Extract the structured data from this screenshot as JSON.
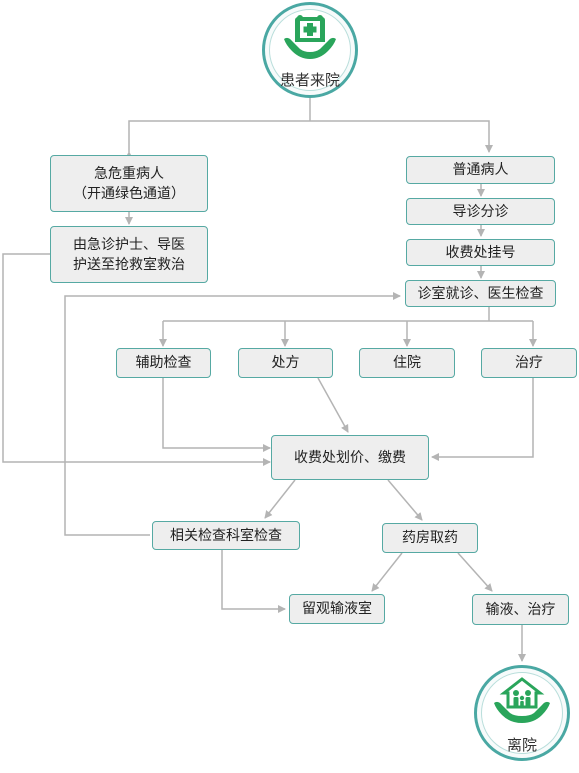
{
  "colors": {
    "accent": "#56a9a3",
    "arrow": "#b4b4b4",
    "box_fill": "#eeeeee",
    "icon_green": "#2aa55b"
  },
  "start": {
    "label": "患者来院",
    "icon": "hospital-hands-icon"
  },
  "end": {
    "label": "离院",
    "icon": "family-house-hands-icon"
  },
  "emergency": {
    "line1": "急危重病人",
    "line2": "（开通绿色通道）",
    "escort_line1": "由急诊护士、导医",
    "escort_line2": "护送至抢救室救治"
  },
  "regular": {
    "ordinary": "普通病人",
    "triage": "导诊分诊",
    "register": "收费处挂号",
    "consult": "诊室就诊、医生检查"
  },
  "branches": {
    "aux_check": "辅助检查",
    "prescription": "处方",
    "hospitalization": "住院",
    "treatment": "治疗"
  },
  "payment": "收费处划价、缴费",
  "related_check": "相关检查科室检查",
  "pharmacy": "药房取药",
  "observation": "留观输液室",
  "infusion": "输液、治疗"
}
